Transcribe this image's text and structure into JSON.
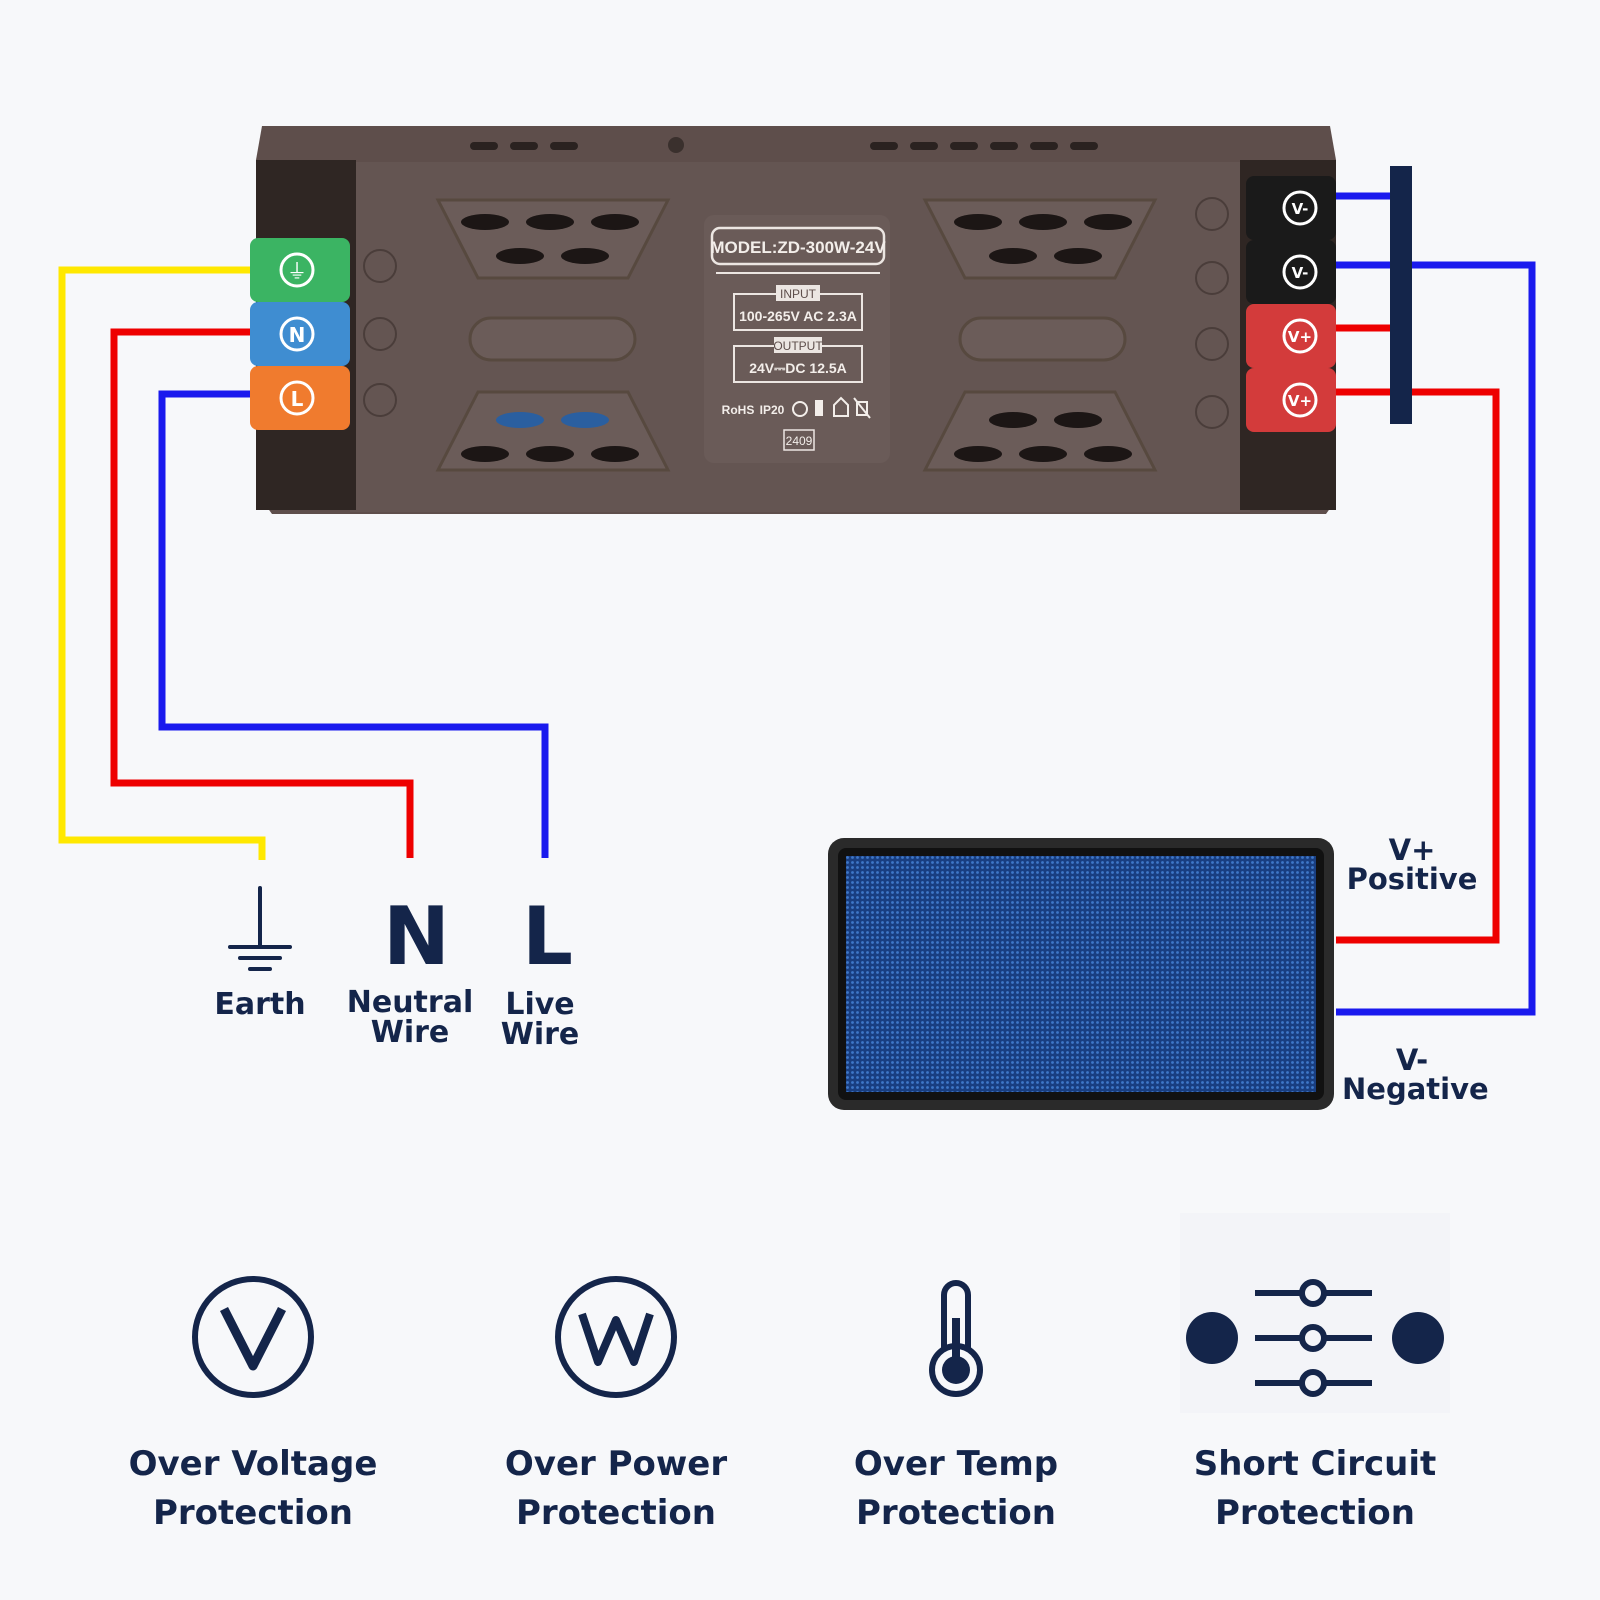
{
  "colors": {
    "earth_wire": "#ffe800",
    "live_red_wire": "#ee0000",
    "blue_wire": "#1a1aee",
    "navy": "#14254a",
    "case": "#5e4e4b",
    "terminal_green": "#3bb463",
    "terminal_blue": "#3f8dd1",
    "terminal_orange": "#f07b2e",
    "terminal_black": "#1a1a1a",
    "terminal_red": "#d33b3b",
    "panel_blue": "#1f4f9a"
  },
  "device": {
    "model": "MODEL:ZD-300W-24V",
    "input_title": "INPUT",
    "input_value": "100-265V AC 2.3A",
    "output_title": "OUTPUT",
    "output_value": "24V⎓DC 12.5A",
    "cert_rohs": "RoHS",
    "cert_ip": "IP20",
    "date_code": "2409",
    "terminal_symbols_left": [
      "⏚",
      "N",
      "L"
    ],
    "terminal_symbols_right": [
      "V-",
      "V-",
      "V+",
      "V+"
    ]
  },
  "input_labels": {
    "earth": "Earth",
    "neutral_letter": "N",
    "neutral_line1": "Neutral",
    "neutral_line2": "Wire",
    "live_letter": "L",
    "live_line1": "Live",
    "live_line2": "Wire"
  },
  "output_labels": {
    "positive_symbol": "V+",
    "positive_text": "Positive",
    "negative_symbol": "V-",
    "negative_text": "Negative"
  },
  "features": [
    {
      "icon": "voltage-icon",
      "line1": "Over Voltage",
      "line2": "Protection"
    },
    {
      "icon": "power-icon",
      "line1": "Over Power",
      "line2": "Protection"
    },
    {
      "icon": "thermometer-icon",
      "line1": "Over Temp",
      "line2": "Protection"
    },
    {
      "icon": "short-circuit-icon",
      "line1": "Short Circuit",
      "line2": "Protection"
    }
  ]
}
